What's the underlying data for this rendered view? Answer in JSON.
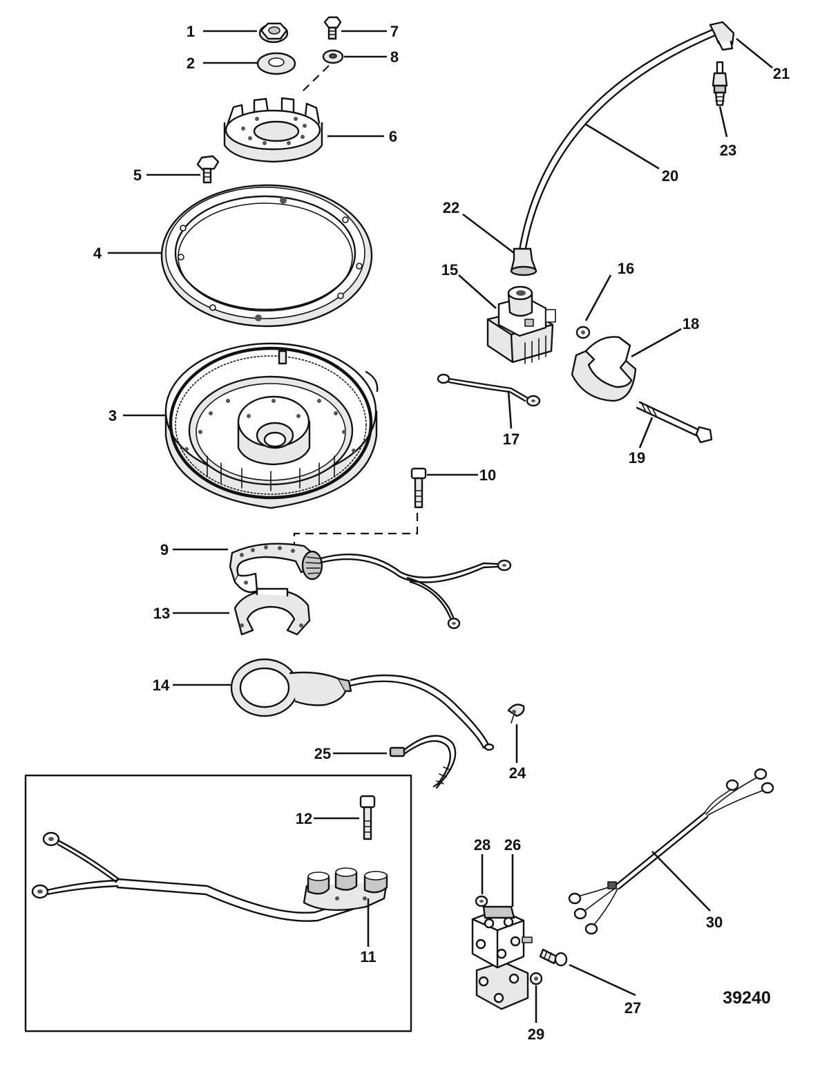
{
  "reference_number": "39240",
  "callouts": [
    {
      "id": "1",
      "label": "1"
    },
    {
      "id": "2",
      "label": "2"
    },
    {
      "id": "3",
      "label": "3"
    },
    {
      "id": "4",
      "label": "4"
    },
    {
      "id": "5",
      "label": "5"
    },
    {
      "id": "6",
      "label": "6"
    },
    {
      "id": "7",
      "label": "7"
    },
    {
      "id": "8",
      "label": "8"
    },
    {
      "id": "9",
      "label": "9"
    },
    {
      "id": "10",
      "label": "10"
    },
    {
      "id": "11",
      "label": "11"
    },
    {
      "id": "12",
      "label": "12"
    },
    {
      "id": "13",
      "label": "13"
    },
    {
      "id": "14",
      "label": "14"
    },
    {
      "id": "15",
      "label": "15"
    },
    {
      "id": "16",
      "label": "16"
    },
    {
      "id": "17",
      "label": "17"
    },
    {
      "id": "18",
      "label": "18"
    },
    {
      "id": "19",
      "label": "19"
    },
    {
      "id": "20",
      "label": "20"
    },
    {
      "id": "21",
      "label": "21"
    },
    {
      "id": "22",
      "label": "22"
    },
    {
      "id": "23",
      "label": "23"
    },
    {
      "id": "24",
      "label": "24"
    },
    {
      "id": "25",
      "label": "25"
    },
    {
      "id": "26",
      "label": "26"
    },
    {
      "id": "27",
      "label": "27"
    },
    {
      "id": "28",
      "label": "28"
    },
    {
      "id": "29",
      "label": "29"
    },
    {
      "id": "30",
      "label": "30"
    }
  ]
}
